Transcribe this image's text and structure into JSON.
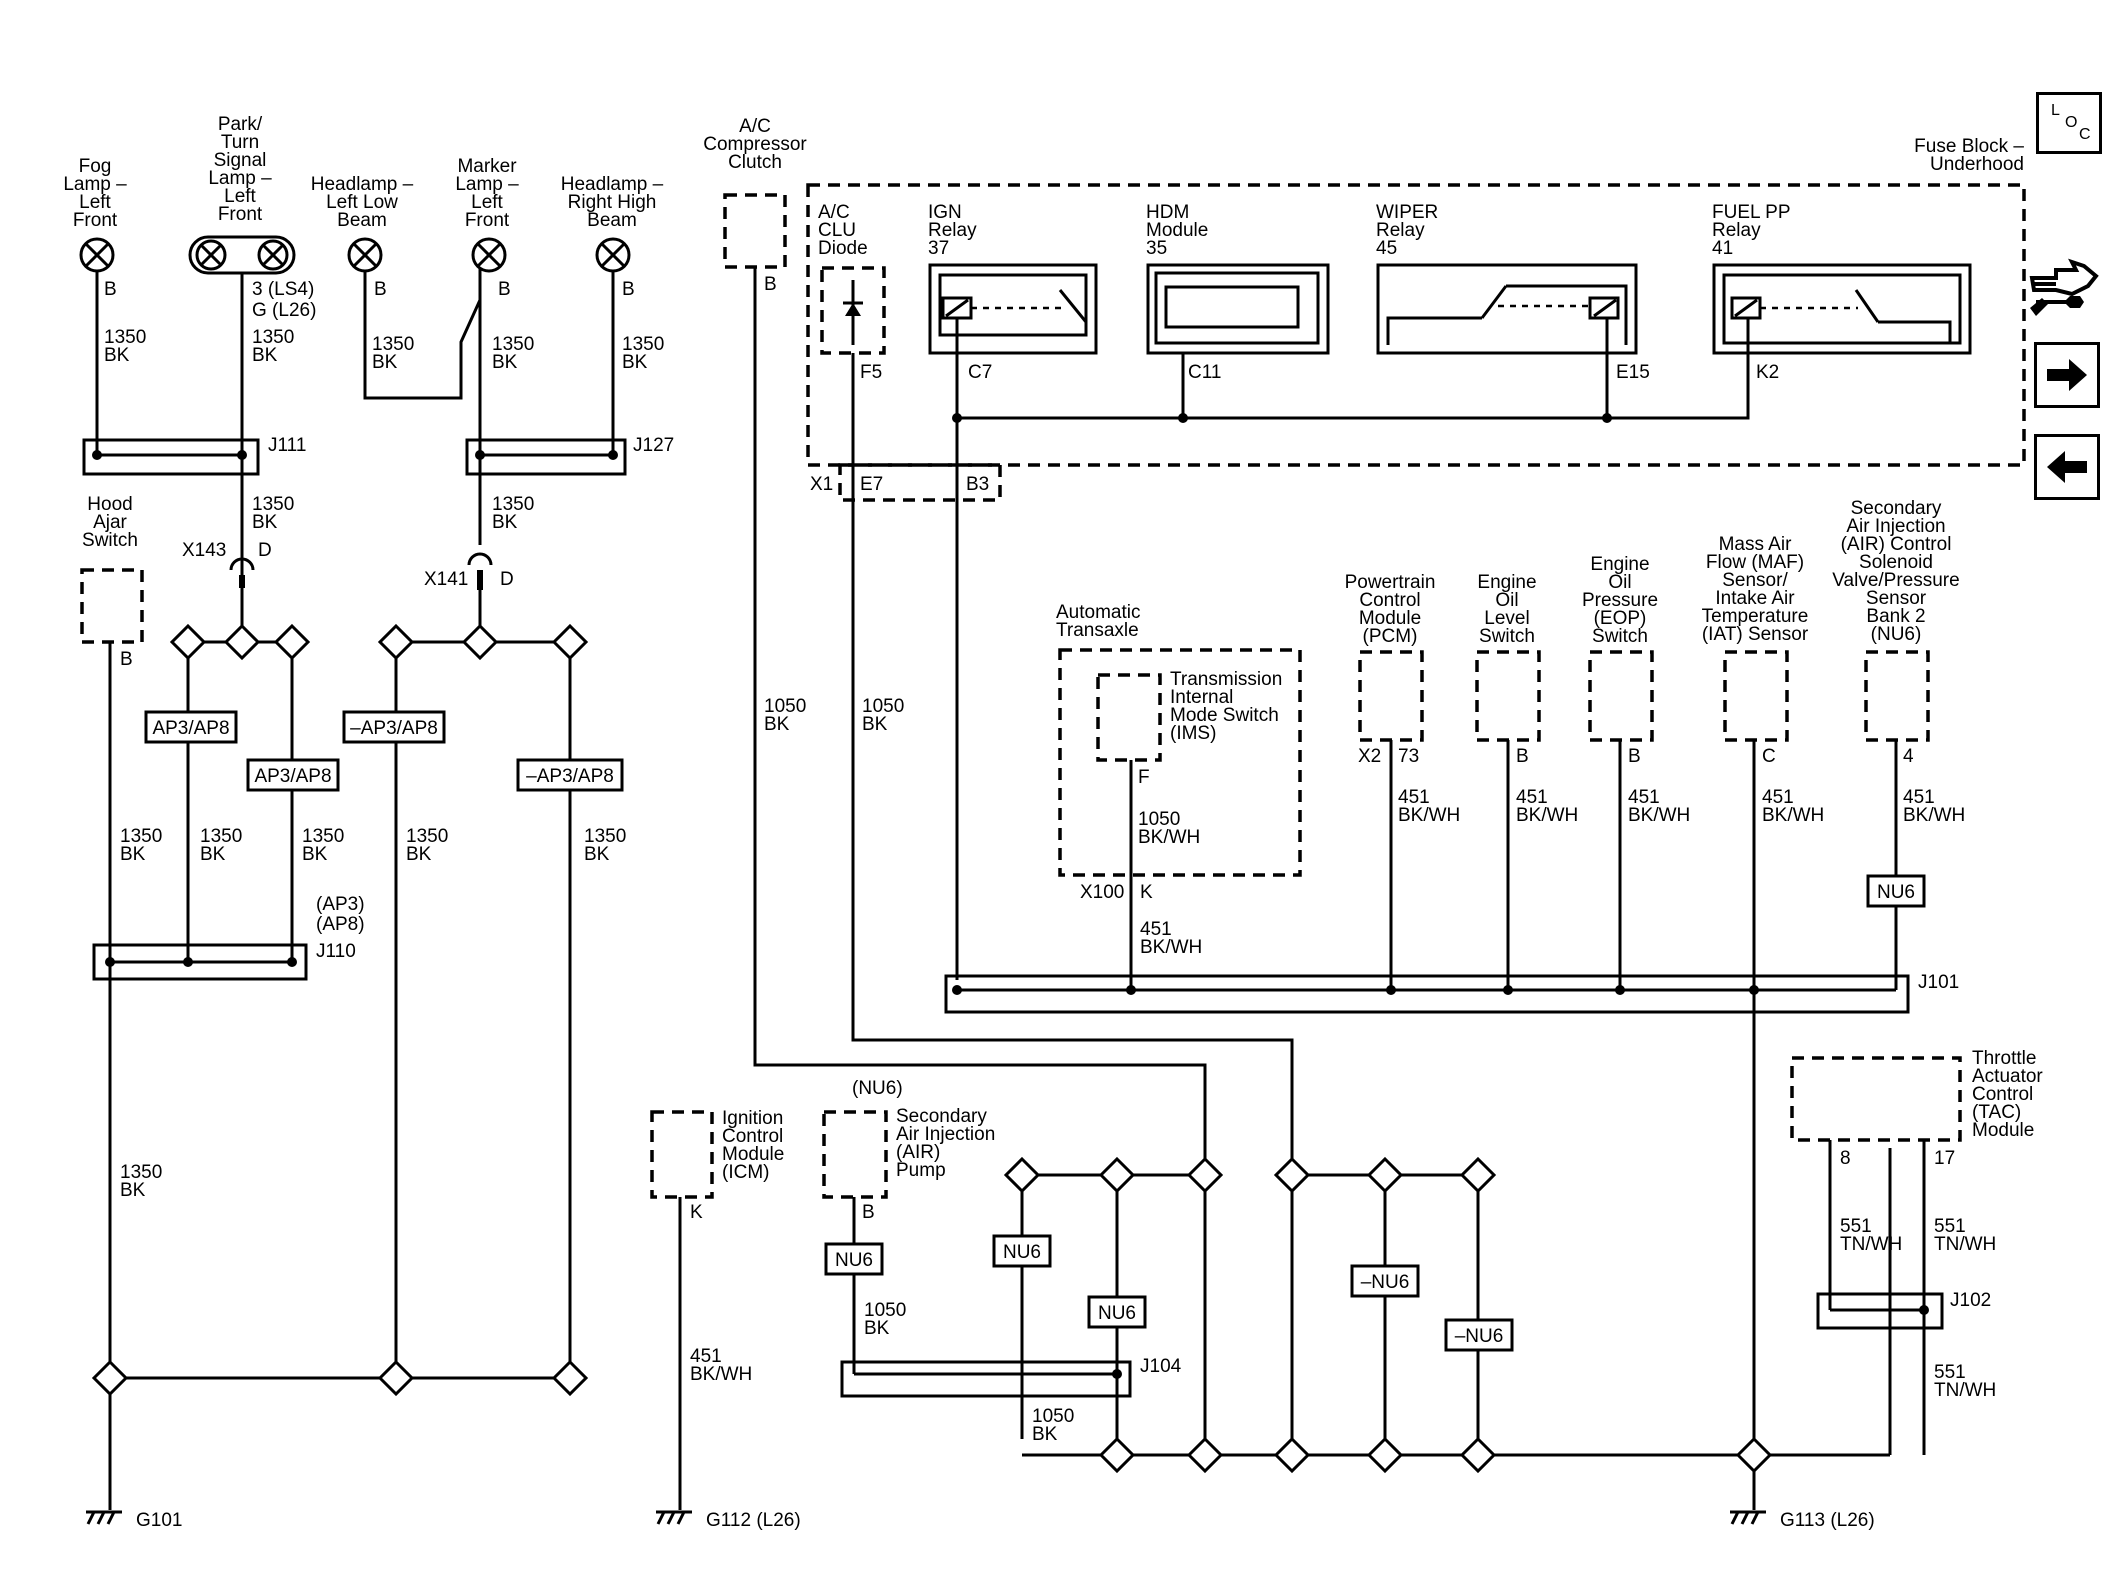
{
  "nav": {
    "loc_l": "L",
    "loc_o": "O",
    "loc_c": "C"
  },
  "components": {
    "fog": [
      "Fog",
      "Lamp –",
      "Left",
      "Front"
    ],
    "park": [
      "Park/",
      "Turn",
      "Signal",
      "Lamp –",
      "Left",
      "Front"
    ],
    "hl_low": [
      "Headlamp –",
      "Left Low",
      "Beam"
    ],
    "marker": [
      "Marker",
      "Lamp –",
      "Left",
      "Front"
    ],
    "hl_high": [
      "Headlamp –",
      "Right High",
      "Beam"
    ],
    "hood": [
      "Hood",
      "Ajar",
      "Switch"
    ],
    "ac_clutch": [
      "A/C",
      "Compressor",
      "Clutch"
    ],
    "fuse_block": [
      "Fuse Block –",
      "Underhood"
    ],
    "ac_diode": [
      "A/C",
      "CLU",
      "Diode"
    ],
    "ign_relay": [
      "IGN",
      "Relay",
      "37"
    ],
    "hdm": [
      "HDM",
      "Module",
      "35"
    ],
    "wiper": [
      "WIPER",
      "Relay",
      "45"
    ],
    "fuel_pp": [
      "FUEL PP",
      "Relay",
      "41"
    ],
    "auto_trans": [
      "Automatic",
      "Transaxle"
    ],
    "ims": [
      "Transmission",
      "Internal",
      "Mode Switch",
      "(IMS)"
    ],
    "pcm": [
      "Powertrain",
      "Control",
      "Module",
      "(PCM)"
    ],
    "oil_level": [
      "Engine",
      "Oil",
      "Level",
      "Switch"
    ],
    "eop": [
      "Engine",
      "Oil",
      "Pressure",
      "(EOP)",
      "Switch"
    ],
    "maf": [
      "Mass Air",
      "Flow (MAF)",
      "Sensor/",
      "Intake Air",
      "Temperature",
      "(IAT) Sensor"
    ],
    "air_solenoid": [
      "Secondary",
      "Air Injection",
      "(AIR) Control",
      "Solenoid",
      "Valve/Pressure",
      "Sensor",
      "Bank 2",
      "(NU6)"
    ],
    "icm": [
      "Ignition",
      "Control",
      "Module",
      "(ICM)"
    ],
    "air_pump": [
      "(NU6)",
      "Secondary",
      "Air Injection",
      "(AIR)",
      "Pump"
    ],
    "tac": [
      "Throttle",
      "Actuator",
      "Control",
      "(TAC)",
      "Module"
    ]
  },
  "pins": {
    "fog": "B",
    "park": [
      "3 (LS4)",
      "G (L26)"
    ],
    "hl_low": "B",
    "marker": "B",
    "hl_high": "B",
    "hood": "B",
    "ac_clutch": "B",
    "f5": "F5",
    "c7": "C7",
    "c11": "C11",
    "e15": "E15",
    "k2": "K2",
    "x1": "X1",
    "e7": "E7",
    "b3": "B3",
    "ims_f": "F",
    "x100": "X100",
    "x100_k": "K",
    "pcm_x2": "X2",
    "pcm_73": "73",
    "oil_b": "B",
    "eop_b": "B",
    "maf_c": "C",
    "air_4": "4",
    "icm_k": "K",
    "pump_b": "B",
    "tac_8": "8",
    "tac_17": "17",
    "x143": "X143",
    "x143_d": "D",
    "x141": "X141",
    "x141_d": "D"
  },
  "splices": {
    "j111": "J111",
    "j127": "J127",
    "j110": "J110",
    "j101": "J101",
    "j104": "J104",
    "j102": "J102",
    "j110_opts": [
      "(AP3)",
      "(AP8)"
    ]
  },
  "options": {
    "ap_a": "AP3/AP8",
    "ap_b": "AP3/AP8",
    "ap_c": "–AP3/AP8",
    "ap_d": "–AP3/AP8",
    "nu6_pump": "NU6",
    "nu6_a": "NU6",
    "nu6_b": "NU6",
    "nu6_c": "–NU6",
    "nu6_d": "–NU6",
    "nu6_air": "NU6"
  },
  "wires": {
    "w1350_bk": [
      "1350",
      "BK"
    ],
    "w1050_bk": [
      "1050",
      "BK"
    ],
    "w1050_bkwh": [
      "1050",
      "BK/WH"
    ],
    "w451_bkwh": [
      "451",
      "BK/WH"
    ],
    "w551_tnwh": [
      "551",
      "TN/WH"
    ]
  },
  "grounds": {
    "g101": "G101",
    "g112": "G112 (L26)",
    "g113": "G113 (L26)"
  }
}
